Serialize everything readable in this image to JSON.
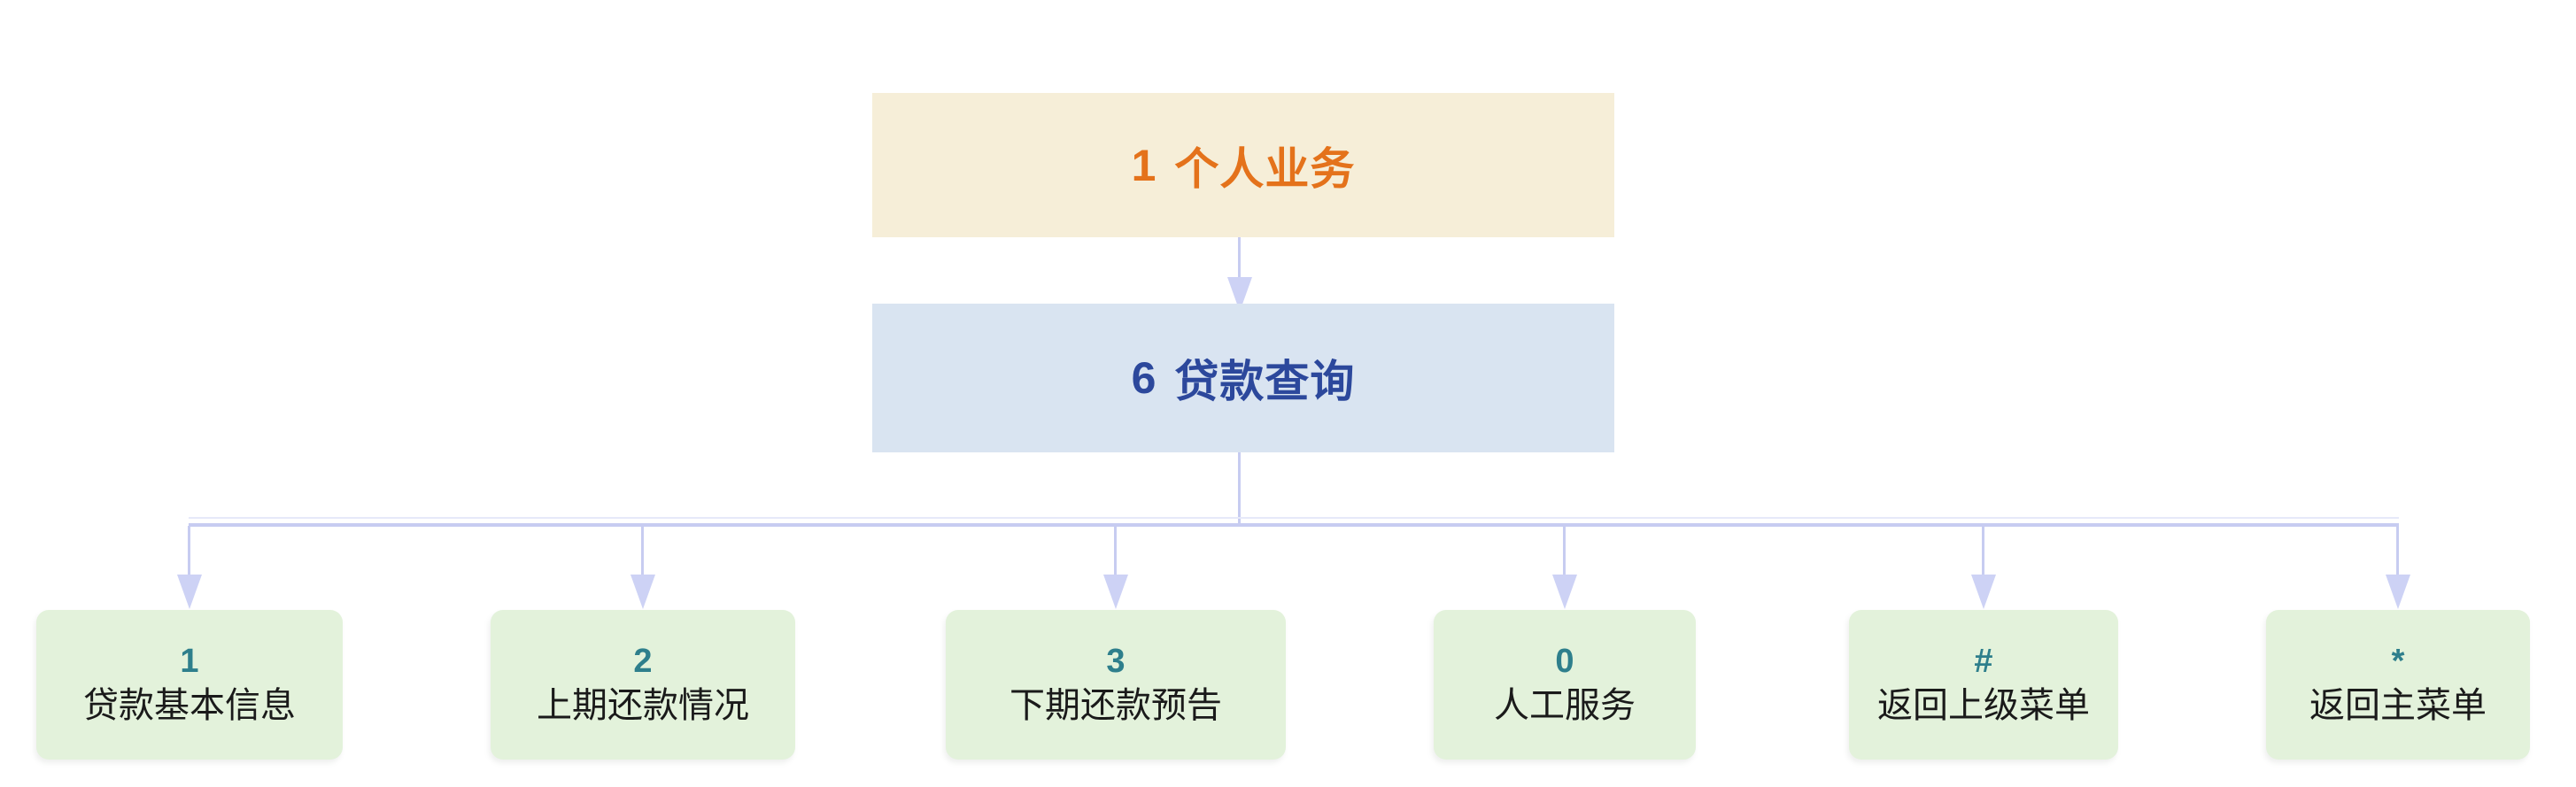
{
  "diagram": {
    "root": {
      "key": "1",
      "label": "个人业务"
    },
    "submenu": {
      "key": "6",
      "label": "贷款查询"
    },
    "options": [
      {
        "key": "1",
        "label": "贷款基本信息"
      },
      {
        "key": "2",
        "label": "上期还款情况"
      },
      {
        "key": "3",
        "label": "下期还款预告"
      },
      {
        "key": "0",
        "label": "人工服务"
      },
      {
        "key": "#",
        "label": "返回上级菜单"
      },
      {
        "key": "*",
        "label": "返回主菜单"
      }
    ],
    "colors": {
      "background": "#FFFFFF",
      "root_bg": "#F6EED8",
      "root_text": "#E4721B",
      "submenu_bg": "#D9E4F1",
      "submenu_text": "#2C489C",
      "option_bg": "#E3F2DB",
      "option_key_text": "#2E7F8C",
      "option_label_text": "#1A1A1A",
      "connector": "#C7CCF1",
      "arrowhead": "#CDD2F5"
    }
  }
}
